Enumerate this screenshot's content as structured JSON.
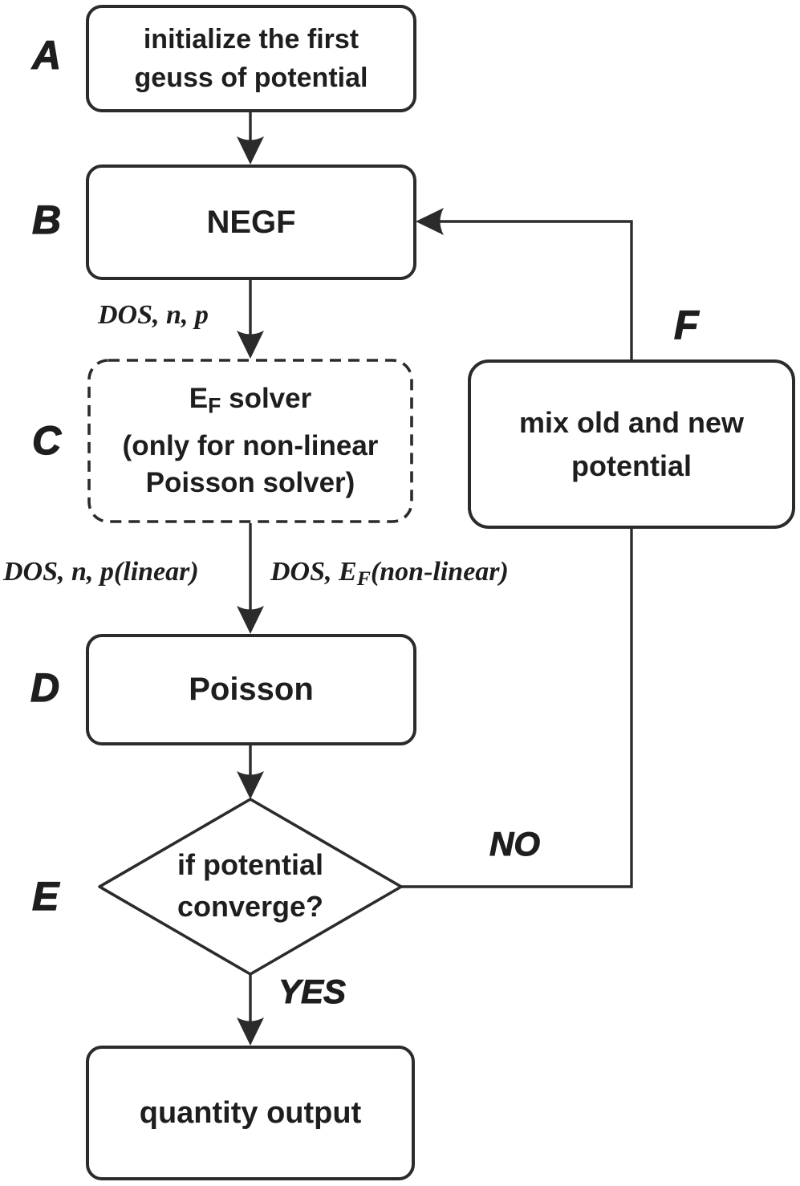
{
  "nodes": {
    "a": {
      "letter": "A",
      "line1": "initialize the first",
      "line2": "geuss of potential"
    },
    "b": {
      "letter": "B",
      "label": "NEGF"
    },
    "c": {
      "letter": "C",
      "line1_main": "E",
      "line1_sub": "F",
      "line1_rest": " solver",
      "line2": "(only for non-linear",
      "line3": "Poisson solver)"
    },
    "d": {
      "letter": "D",
      "label": "Poisson"
    },
    "e": {
      "letter": "E",
      "line1": "if potential",
      "line2": "converge?"
    },
    "f": {
      "letter": "F",
      "line1": "mix old and new",
      "line2": "potential"
    },
    "g": {
      "label": "quantity output"
    }
  },
  "edges": {
    "b_to_c": "DOS, n, p",
    "c_to_d_left": "DOS, n, p(linear)",
    "c_to_d_right_main": "DOS, E",
    "c_to_d_right_sub": "F",
    "c_to_d_right_rest": "(non-linear)",
    "no_branch": "NO",
    "yes_branch": "YES"
  },
  "colors": {
    "stroke": "#2b2b2b",
    "text": "#1e1e1e",
    "background": "#ffffff"
  }
}
